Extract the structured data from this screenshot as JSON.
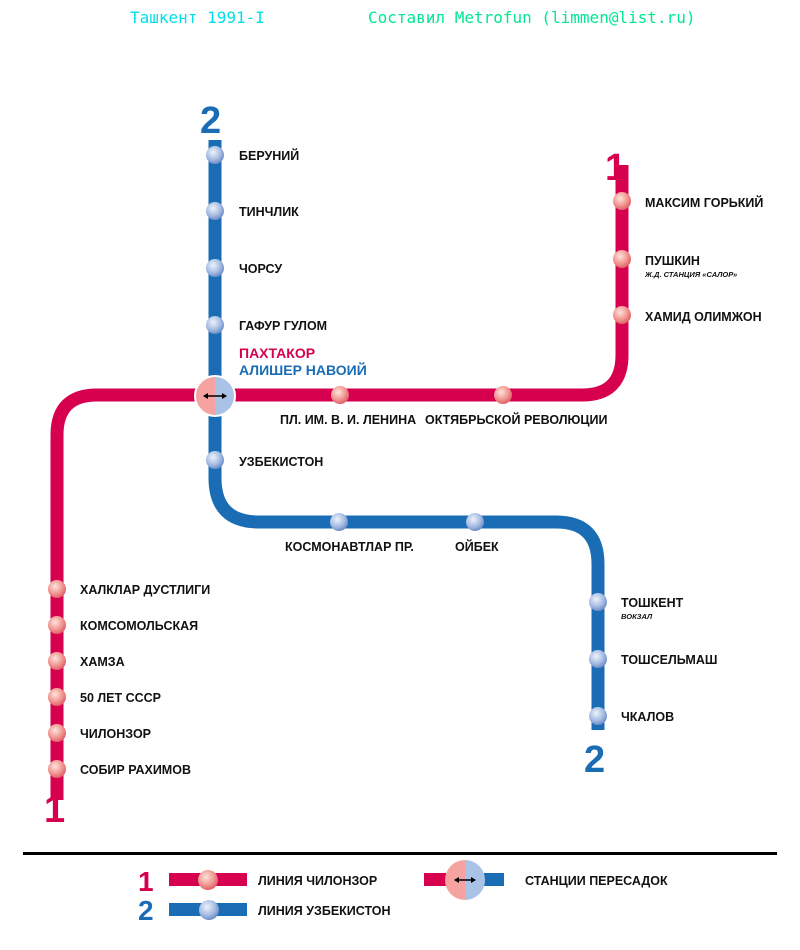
{
  "header": {
    "title": "Ташкент 1991-I",
    "credit": "Составил Metrofun (limmen@list.ru)"
  },
  "colors": {
    "line1": "#d6004f",
    "line2": "#1a6db5",
    "header_title": "#00e0e8",
    "header_credit": "#00e890"
  },
  "line1": {
    "number": "1",
    "stations": [
      "МАКСИМ ГОРЬКИЙ",
      "ПУШКИН",
      "ХАМИД ОЛИМЖОН",
      "ПЛ. ИМ. В. И. ЛЕНИНА",
      "ОКТЯБРЬСКОЙ РЕВОЛЮЦИИ",
      "ХАЛКЛАР ДУСТЛИГИ",
      "КОМСОМОЛЬСКАЯ",
      "ХАМЗА",
      "50 ЛЕТ СССР",
      "ЧИЛОНЗОР",
      "СОБИР РАХИМОВ"
    ],
    "pushkin_note": "Ж.Д. СТАНЦИЯ «САЛОР»"
  },
  "line2": {
    "number": "2",
    "stations": [
      "БЕРУНИЙ",
      "ТИНЧЛИК",
      "ЧОРСУ",
      "ГАФУР ГУЛОМ",
      "УЗБЕКИСТОН",
      "КОСМОНАВТЛАР ПР.",
      "ОЙБЕК",
      "ТОШКЕНТ",
      "ТОШСЕЛЬМАШ",
      "ЧКАЛОВ"
    ],
    "toshkent_note": "ВОКЗАЛ"
  },
  "transfer": {
    "line1_name": "ПАХТАКОР",
    "line2_name": "АЛИШЕР НАВОИЙ"
  },
  "legend": {
    "line1_num": "1",
    "line1_label": "ЛИНИЯ ЧИЛОНЗОР",
    "line2_num": "2",
    "line2_label": "ЛИНИЯ УЗБЕКИСТОН",
    "transfer_label": "СТАНЦИИ ПЕРЕСАДОК"
  }
}
